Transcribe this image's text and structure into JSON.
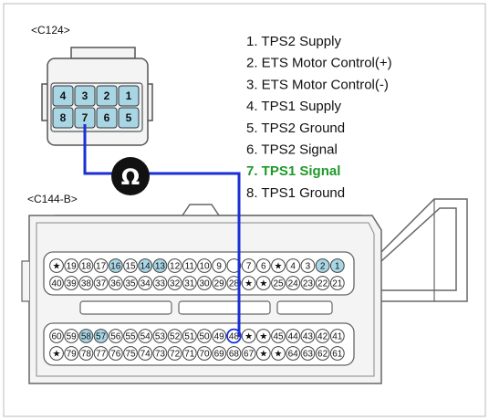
{
  "connector_top": {
    "label": "<C124>",
    "row1": [
      "4",
      "3",
      "2",
      "1"
    ],
    "row2": [
      "8",
      "7",
      "6",
      "5"
    ]
  },
  "connector_bottom": {
    "label": "<C144-B>",
    "row1": [
      "★",
      "19",
      "18",
      "17",
      "16",
      "15",
      "14",
      "13",
      "12",
      "11",
      "10",
      "9",
      "",
      "7",
      "6",
      "★",
      "4",
      "3",
      "2",
      "1"
    ],
    "row2": [
      "40",
      "39",
      "38",
      "37",
      "36",
      "35",
      "34",
      "33",
      "32",
      "31",
      "30",
      "29",
      "28",
      "★",
      "★",
      "25",
      "24",
      "23",
      "22",
      "21"
    ],
    "row3": [
      "60",
      "59",
      "58",
      "57",
      "56",
      "55",
      "54",
      "53",
      "52",
      "51",
      "50",
      "49",
      "48",
      "★",
      "★",
      "45",
      "44",
      "43",
      "42",
      "41"
    ],
    "row4": [
      "★",
      "79",
      "78",
      "77",
      "76",
      "75",
      "74",
      "73",
      "72",
      "71",
      "70",
      "69",
      "68",
      "67",
      "★",
      "★",
      "64",
      "63",
      "62",
      "61"
    ],
    "highlight_row1": [
      "16",
      "14",
      "13",
      "2",
      "1"
    ],
    "highlight_row3": [
      "58",
      "57"
    ],
    "probe_pin": "48"
  },
  "meter_symbol": "Ω",
  "legend": [
    {
      "text": "1. TPS2 Supply",
      "highlight": false
    },
    {
      "text": "2. ETS Motor Control(+)",
      "highlight": false
    },
    {
      "text": "3. ETS Motor Control(-)",
      "highlight": false
    },
    {
      "text": "4. TPS1 Supply",
      "highlight": false
    },
    {
      "text": "5. TPS2 Ground",
      "highlight": false
    },
    {
      "text": "6. TPS2 Signal",
      "highlight": false
    },
    {
      "text": "7. TPS1 Signal",
      "highlight": true
    },
    {
      "text": "8. TPS1 Ground",
      "highlight": false
    }
  ],
  "colors": {
    "wire": "#1a2fd6",
    "pin_highlight": "#a9d6e5",
    "legend_highlight": "#1f9a2a",
    "connector_fill": "#f4f4f4",
    "outline": "#555555"
  }
}
